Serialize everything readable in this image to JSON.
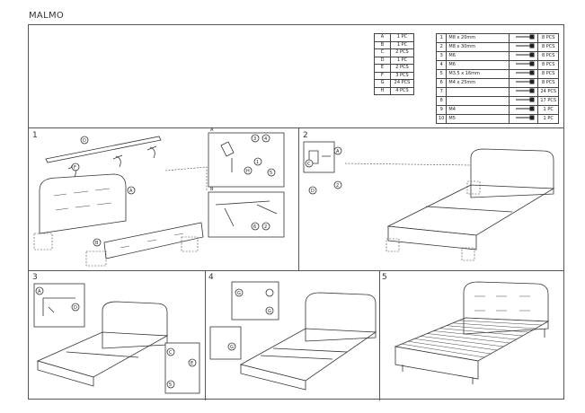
{
  "title": "MALMO",
  "parts": [
    {
      "letter": "A",
      "qty": "1 PC"
    },
    {
      "letter": "B",
      "qty": "1 PC"
    },
    {
      "letter": "C",
      "qty": "2 PCS"
    },
    {
      "letter": "D",
      "qty": "1 PC"
    },
    {
      "letter": "E",
      "qty": "2 PCS"
    },
    {
      "letter": "F",
      "qty": "3 PCS"
    },
    {
      "letter": "G",
      "qty": "24 PCS"
    },
    {
      "letter": "H",
      "qty": "4 PCS"
    }
  ],
  "hardware": [
    {
      "num": "1",
      "desc": "M8 x 20mm",
      "icon": "bolt-icon",
      "qty": "8 PCS"
    },
    {
      "num": "2",
      "desc": "M8 x 30mm",
      "icon": "long-bolt-icon",
      "qty": "8 PCS"
    },
    {
      "num": "3",
      "desc": "M6",
      "icon": "bolt-icon",
      "qty": "8 PCS"
    },
    {
      "num": "4",
      "desc": "M6",
      "icon": "washer-icon",
      "qty": "8 PCS"
    },
    {
      "num": "5",
      "desc": "M3.5 x 16mm",
      "icon": "screw-icon",
      "qty": "8 PCS"
    },
    {
      "num": "6",
      "desc": "M4 x 25mm",
      "icon": "screw-icon",
      "qty": "8 PCS"
    },
    {
      "num": "7",
      "desc": "",
      "icon": "bracket-icon",
      "qty": "24 PCS"
    },
    {
      "num": "8",
      "desc": "",
      "icon": "cap-icon",
      "qty": "17 PCS"
    },
    {
      "num": "9",
      "desc": "M4",
      "icon": "allen-key-icon",
      "qty": "1 PC"
    },
    {
      "num": "10",
      "desc": "M5",
      "icon": "allen-key-icon",
      "qty": "1 PC"
    }
  ],
  "steps": [
    "1",
    "2",
    "3",
    "4",
    "5"
  ],
  "callouts": {
    "A": "A",
    "B": "B",
    "C": "C",
    "D": "D",
    "E": "E",
    "F": "F",
    "G": "G",
    "H": "H",
    "n1": "1",
    "n2": "2",
    "n3": "3",
    "n4": "4",
    "n5": "5",
    "n6": "6"
  }
}
